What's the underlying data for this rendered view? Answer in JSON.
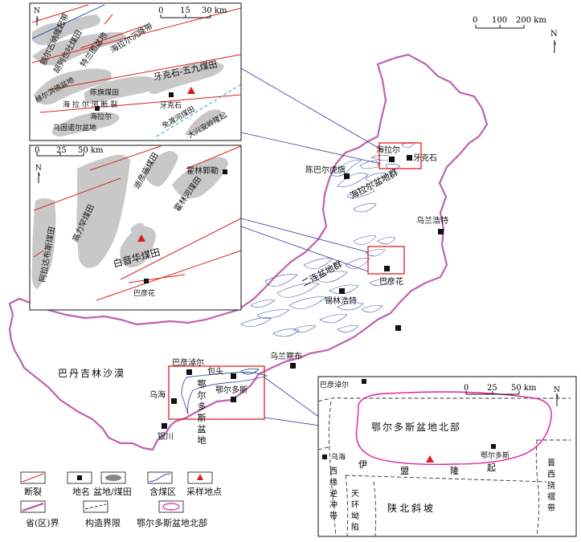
{
  "colors": {
    "province_border": "#c060b0",
    "fault": "#e02020",
    "basin_fill": "#c8c8c8",
    "coal_area_line": "#3a5aa8",
    "sample_marker": "#e01818",
    "northern_ordos_outline": "#e020a0",
    "inset_frame": "#e02020",
    "tectonic_boundary": "#333333"
  },
  "main_map": {
    "scale": {
      "ticks": [
        "0",
        "100",
        "200 km"
      ]
    },
    "north": "N",
    "cities": [
      "海拉尔",
      "牙克石",
      "陈巴尔虎旗",
      "乌兰浩特",
      "巴彦花",
      "锡林浩特",
      "乌兰察布",
      "巴彦淖尔",
      "包头",
      "鄂尔多斯",
      "乌海",
      "银川"
    ],
    "regions": {
      "hailar_group": "海拉尔盆地群",
      "erlian_group": "二连盆地群",
      "badain_jaran": "巴丹吉林沙漠",
      "ordos_basin": [
        "鄂",
        "尔",
        "多",
        "斯",
        "盆",
        "地"
      ]
    }
  },
  "inset_hailar": {
    "scale": {
      "ticks": [
        "0",
        "15",
        "30 km"
      ]
    },
    "north": "N",
    "labels": {
      "e_uplift": "额尔古纳隆起带",
      "hulun": "胡列也吐煤田",
      "tehan": "特兰图盆地",
      "hailar_belt": "海拉尔沉降带",
      "yakeshi_wujiu": "牙克石-五九煤田",
      "shijinghe": "赫尔洪德盆地",
      "chenqi": "陈旗煤田",
      "fault_name": "海 拉 尔 河 断 裂",
      "wugu": "乌固诺尔盆地",
      "mianduhe": "免渡河煤田",
      "daxinganling": "大兴安岭隆起",
      "hailar_city": "海拉尔",
      "yakeshi_city": "牙克石"
    }
  },
  "inset_bayinhua": {
    "scale": {
      "ticks": [
        "0",
        "25",
        "50 km"
      ]
    },
    "north": "N",
    "labels": {
      "huolinguole_city": "霍林郭勒",
      "diyinhua": "迪彦庙煤田",
      "huolinhe": "霍林河煤田",
      "aladabusi": "阿拉达布斯煤田",
      "gaoliban": "高力罕煤田",
      "baiyinhua": "白音华煤田",
      "bayinhua_city": "巴彦花"
    }
  },
  "inset_ordos": {
    "scale": {
      "ticks": [
        "0",
        "25",
        "50 km"
      ]
    },
    "north": "N",
    "labels": {
      "bayannur": "巴彦淖尔",
      "title": "鄂尔多斯盆地北部",
      "ordos_city": "鄂尔多斯",
      "wuhai": "乌海",
      "yimeng": [
        "伊",
        "盟",
        "隆",
        "起"
      ],
      "xiyuan": [
        "西",
        "缘",
        "逆",
        "冲",
        "带"
      ],
      "tianhuan": [
        "天",
        "环",
        "坳",
        "陷"
      ],
      "shanbei": "陕北斜坡",
      "jinxi": [
        "晋",
        "西",
        "挠",
        "褶",
        "带"
      ]
    }
  },
  "legend": {
    "fault": "断裂",
    "place": "地名",
    "basin": "盆地/煤田",
    "coal_area": "含煤区",
    "sample": "采样地点",
    "province": "省(区)界",
    "tectonic": "构造界限",
    "ordos_north": "鄂尔多斯盆地北部"
  }
}
